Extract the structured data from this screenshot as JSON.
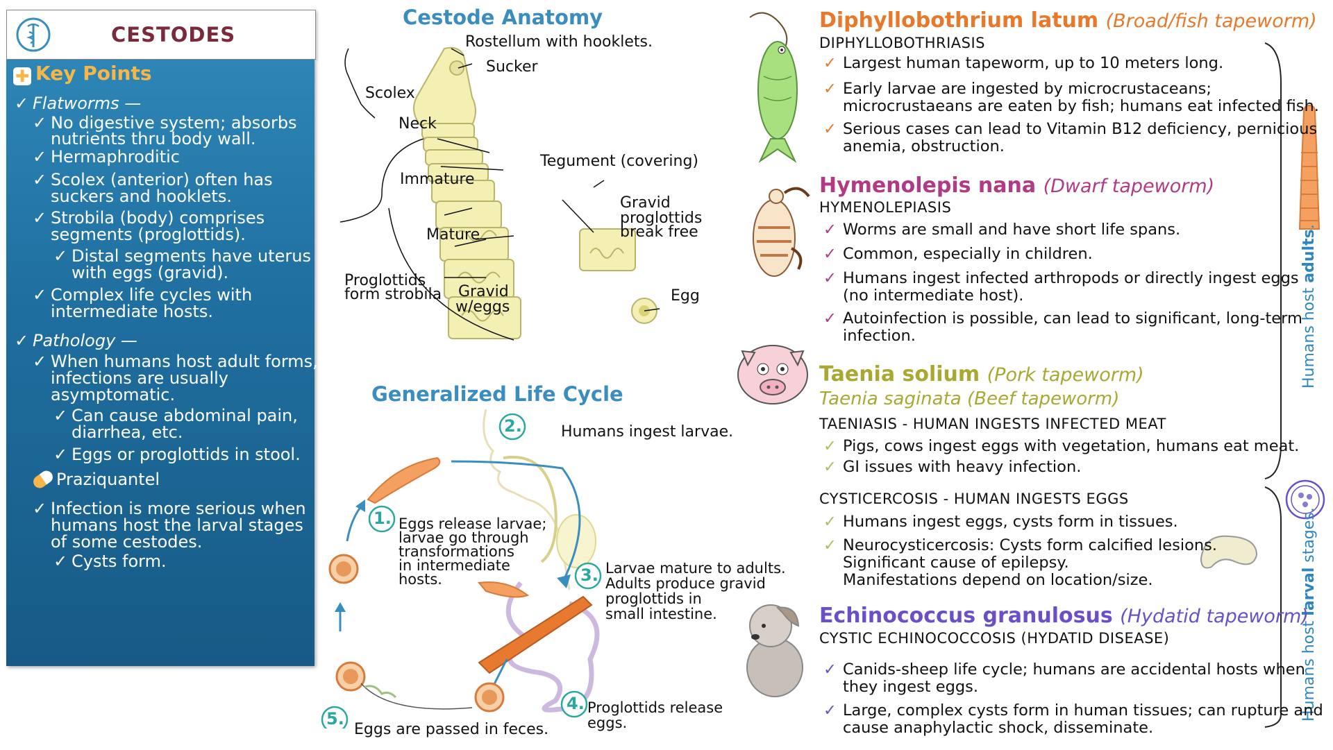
{
  "title": "CESTODES",
  "key_points": {
    "heading": "Key Points",
    "items": [
      {
        "text": "Flatworms —",
        "italic": true
      },
      {
        "text": "No digestive system; absorbs"
      },
      {
        "text": "nutrients thru body wall."
      },
      {
        "text": "Hermaphroditic"
      },
      {
        "text": "Scolex (anterior) often has"
      },
      {
        "text": "suckers and hooklets."
      },
      {
        "text": "Strobila (body) comprises"
      },
      {
        "text": "segments (proglottids)."
      },
      {
        "text": "Distal segments have uterus"
      },
      {
        "text": "with eggs (gravid)."
      },
      {
        "text": "Complex life cycles with"
      },
      {
        "text": "intermediate hosts."
      },
      {
        "text": "Pathology —",
        "italic": true
      },
      {
        "text": "When humans host adult forms,"
      },
      {
        "text": "infections are usually"
      },
      {
        "text": "asymptomatic."
      },
      {
        "text": "Can cause abdominal pain,"
      },
      {
        "text": "diarrhea, etc."
      },
      {
        "text": "Eggs or proglottids in stool."
      },
      {
        "text": "Praziquantel"
      },
      {
        "text": "Infection is more serious when"
      },
      {
        "text": "humans host the larval stages"
      },
      {
        "text": "of some cestodes."
      },
      {
        "text": "Cysts form."
      }
    ]
  },
  "anatomy": {
    "heading": "Cestode Anatomy",
    "labels": {
      "rostellum": "Rostellum with hooklets.",
      "sucker": "Sucker",
      "scolex": "Scolex",
      "neck": "Neck",
      "tegument": "Tegument (covering)",
      "immature": "Immature",
      "mature": "Mature",
      "gravid1": "Gravid",
      "gravid2": "w/eggs",
      "strobila1": "Proglottids",
      "strobila2": "form strobila",
      "breakfree1": "Gravid",
      "breakfree2": "proglottids",
      "breakfree3": "break free",
      "egg": "Egg"
    }
  },
  "lifecycle": {
    "heading": "Generalized Life Cycle",
    "steps": [
      {
        "num": "1.",
        "lines": [
          "Eggs release larvae;",
          "larvae go through",
          "transformations",
          "in intermediate",
          "hosts."
        ]
      },
      {
        "num": "2.",
        "lines": [
          "Humans ingest larvae."
        ]
      },
      {
        "num": "3.",
        "lines": [
          "Larvae mature to adults.",
          "Adults produce gravid",
          "proglottids in",
          "small intestine."
        ]
      },
      {
        "num": "4.",
        "lines": [
          "Proglottids release",
          "eggs."
        ]
      },
      {
        "num": "5.",
        "lines": [
          "Eggs are passed in feces."
        ]
      }
    ]
  },
  "species": {
    "diphyllo": {
      "name": "Diphyllobothrium latum",
      "common": "(Broad/fish tapeworm)",
      "disease": "DIPHYLLOBOTHRIASIS",
      "color": "#e8782a",
      "bullets": [
        "Largest human tapeworm, up to 10 meters long.",
        "Early larvae are ingested by microcrustaceans;",
        "microcrustaeans are eaten by fish; humans eat infected fish.",
        "Serious cases can lead to Vitamin B12 deficiency, pernicious",
        "anemia, obstruction."
      ]
    },
    "hymeno": {
      "name": "Hymenolepis nana",
      "common": "(Dwarf tapeworm)",
      "disease": "HYMENOLEPIASIS",
      "color": "#b03a84",
      "bullets": [
        "Worms are small and have short life spans.",
        "Common, especially in children.",
        "Humans ingest infected arthropods or directly ingest eggs",
        "(no intermediate host).",
        "Autoinfection is possible, can lead to significant, long-term",
        "infection."
      ]
    },
    "taenia": {
      "name": "Taenia solium",
      "common": "(Pork tapeworm)",
      "alt": "Taenia saginata (Beef tapeworm)",
      "disease": "TAENIASIS - HUMAN INGESTS INFECTED MEAT",
      "color": "#a8a832",
      "bullets": [
        "Pigs, cows ingest eggs with vegetation, humans eat meat.",
        "GI issues with heavy infection."
      ],
      "disease2": "CYSTICERCOSIS  - HUMAN INGESTS EGGS",
      "bullets2": [
        "Humans ingest eggs, cysts form in tissues.",
        "Neurocysticercosis: Cysts form calcified lesions.",
        "Significant cause of epilepsy.",
        "Manifestations depend on location/size."
      ]
    },
    "echino": {
      "name": "Echinococcus granulosus",
      "common": "(Hydatid tapeworm)",
      "disease": "CYSTIC ECHINOCOCCOSIS (HYDATID DISEASE)",
      "color": "#6a4fc8",
      "bullets": [
        "Canids-sheep life cycle; humans are accidental hosts when",
        "they ingest eggs.",
        "Large, complex cysts form in human tissues; can rupture and",
        "cause anaphylactic  shock, disseminate."
      ]
    }
  },
  "side": {
    "adults_pre": "Humans host ",
    "adults_bold": "adults",
    "adults_post": ".",
    "larval_pre": "Humans host ",
    "larval_bold": "larval",
    "larval_post": " stages."
  }
}
